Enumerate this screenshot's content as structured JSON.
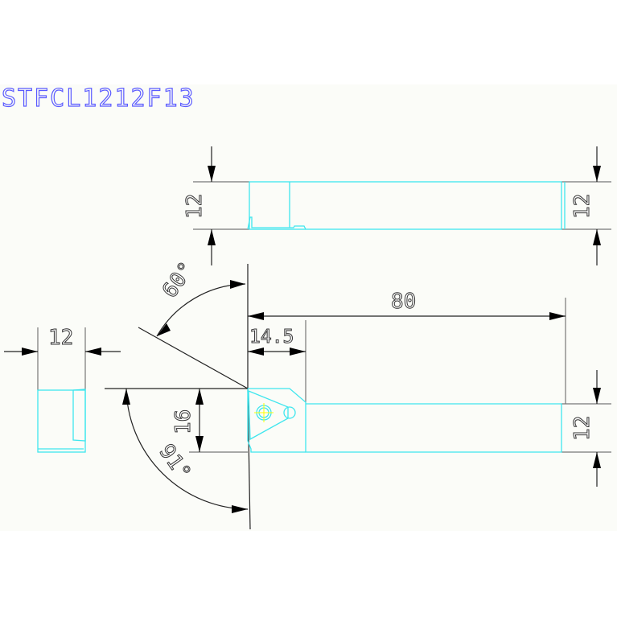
{
  "title": "STFCL1212F13",
  "dimensions": {
    "top_height_left": "12",
    "top_height_right": "12",
    "side_width": "12",
    "length": "80",
    "head_length": "14.5",
    "height_16": "16",
    "front_height_right": "12",
    "angle_60": "60°",
    "angle_91": "91°"
  },
  "colors": {
    "outline": "#3fe6ee",
    "title": "#5a5aff",
    "screw": "#ffff00",
    "background": "#fbfcf8"
  }
}
